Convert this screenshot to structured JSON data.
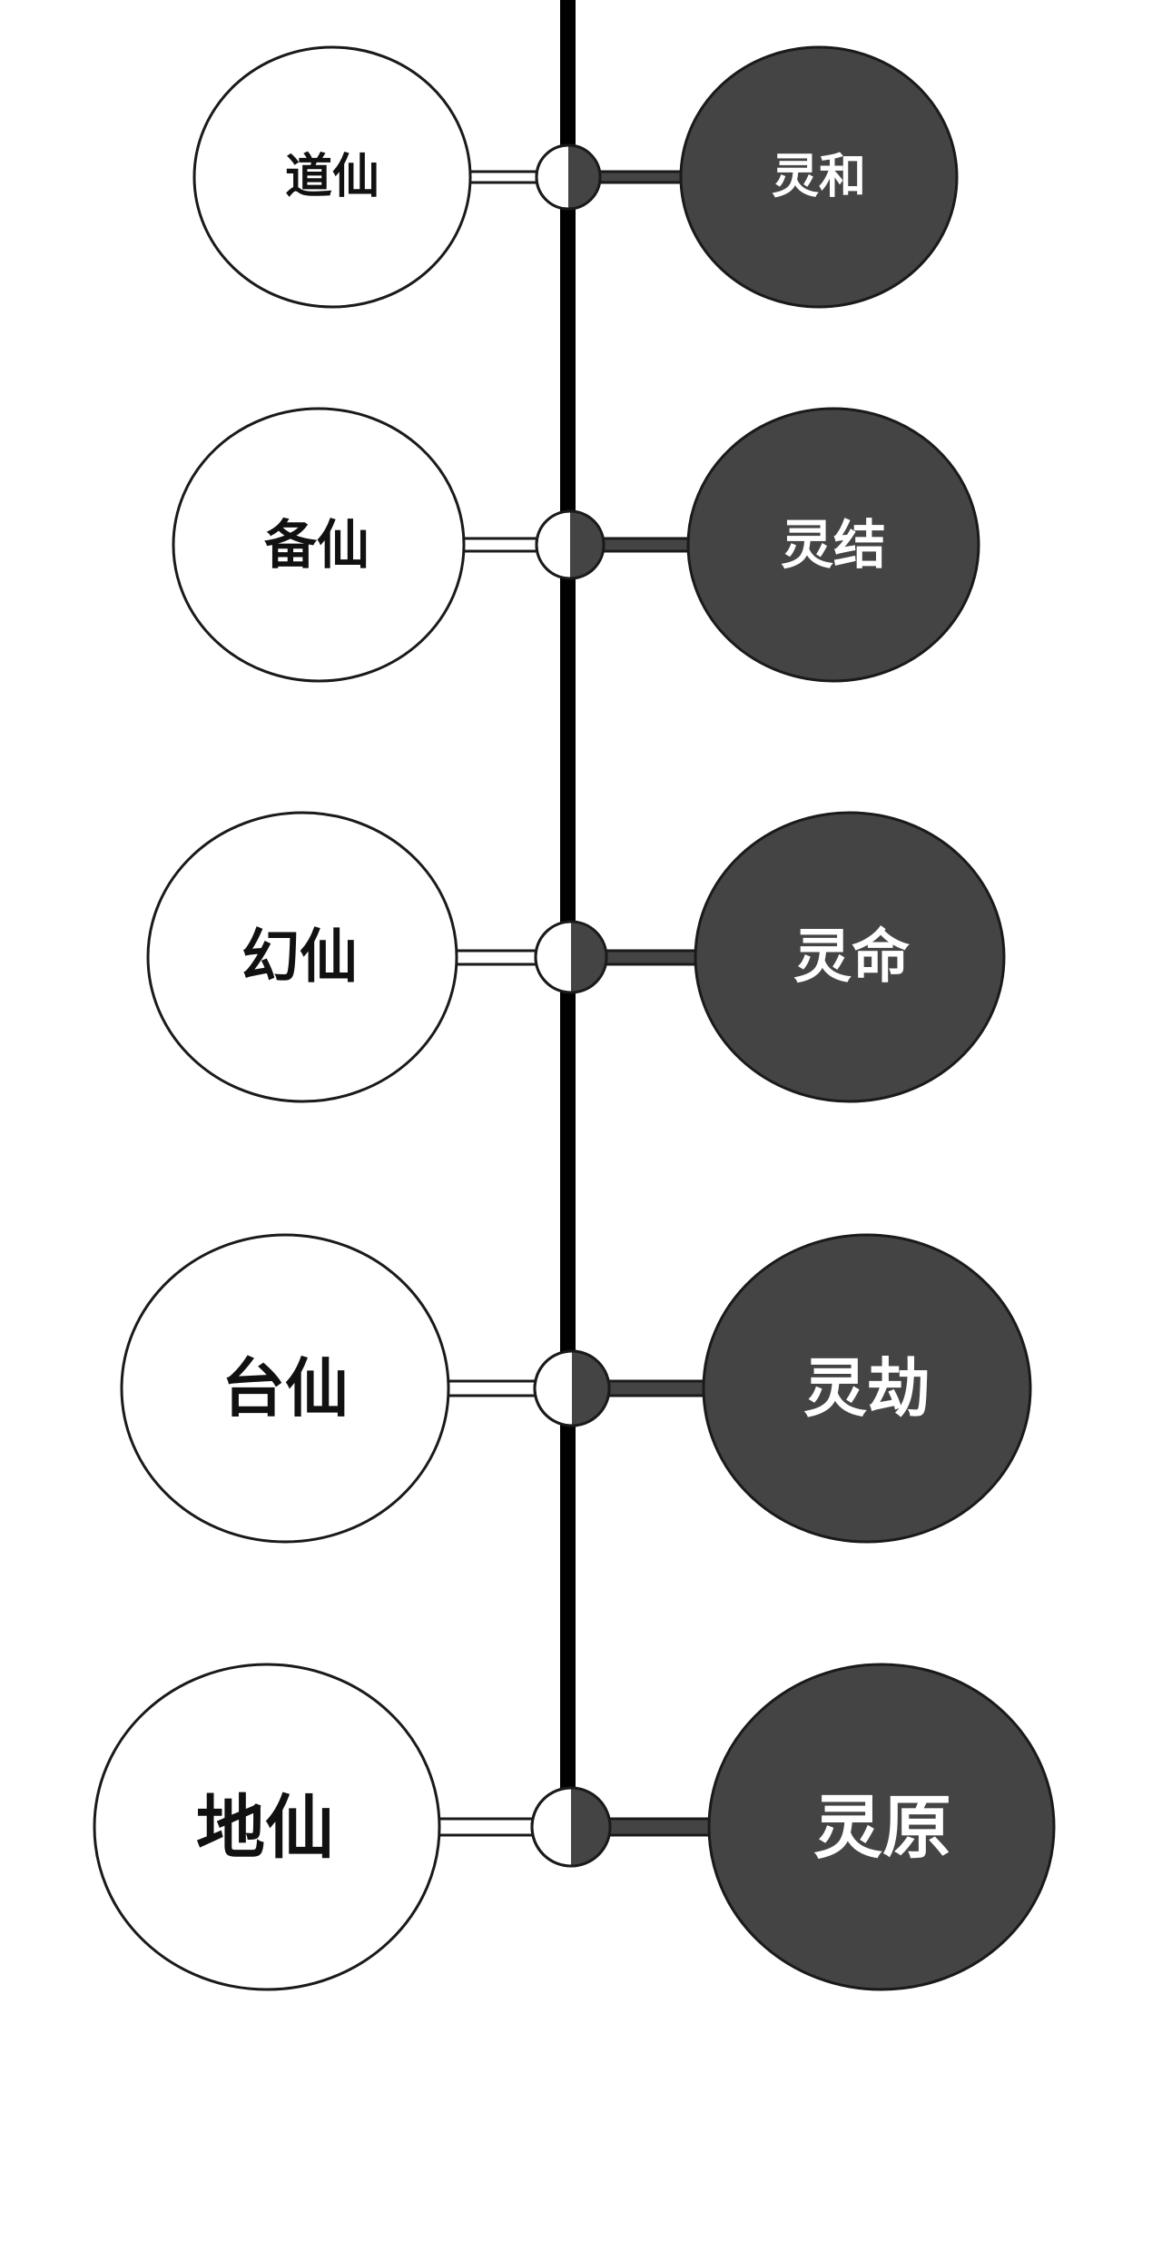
{
  "colors": {
    "background": "#ffffff",
    "spine": "#000000",
    "stroke": "#1a1a1a",
    "left_fill": "#ffffff",
    "right_fill": "#444444",
    "left_text": "#111111",
    "right_text": "#ffffff"
  },
  "rows": [
    {
      "left_label": "道仙",
      "right_label": "灵和"
    },
    {
      "left_label": "备仙",
      "right_label": "灵结"
    },
    {
      "left_label": "幻仙",
      "right_label": "灵命"
    },
    {
      "left_label": "台仙",
      "right_label": "灵劫"
    },
    {
      "left_label": "地仙",
      "right_label": "灵原"
    }
  ]
}
